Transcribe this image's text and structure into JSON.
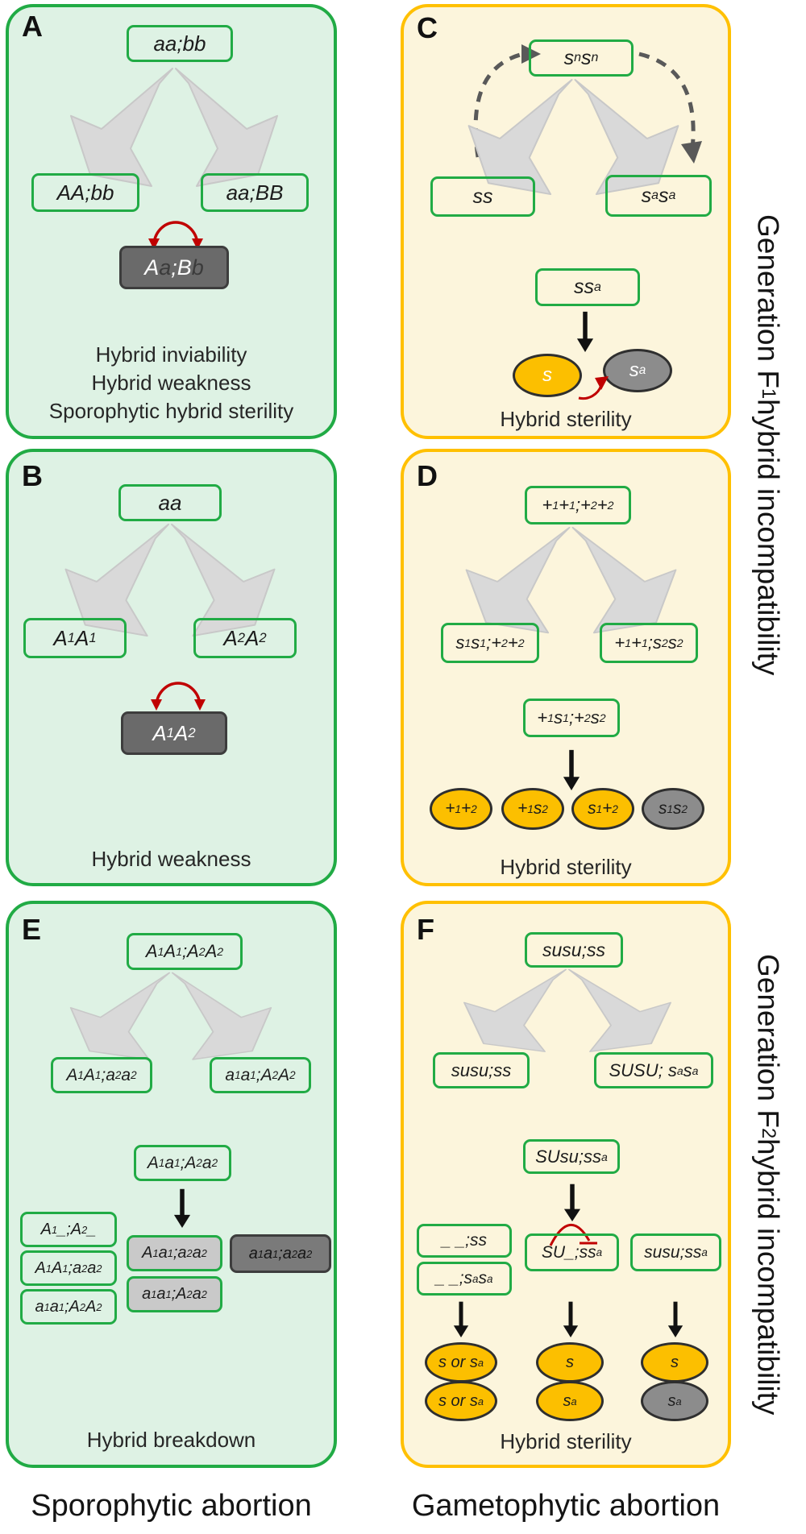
{
  "colors": {
    "green_border": "#21ab45",
    "green_fill": "#def2e4",
    "yellow_border": "#ffc000",
    "yellow_fill": "#fcf5dc",
    "dark_box": "#6a6a6a",
    "dark_box_border": "#3d3d3d",
    "light_gray_box": "#c9c9c9",
    "dead_box": "#7a7a7a",
    "yellow_ellipse": "#fcbf00",
    "gray_ellipse": "#8c8c8c",
    "fan_gray": "#d9d9d9",
    "red": "#c00000",
    "dashed_gray": "#595959",
    "ink": "#262626"
  },
  "panel_a": {
    "letter": "A",
    "parent": "aa;bb",
    "child_left": "AA;bb",
    "child_right": "aa;BB",
    "hybrid": "A{d:a};B{d:b}",
    "caption_lines": [
      "Hybrid inviability",
      "Hybrid weakness",
      "Sporophytic hybrid sterility"
    ]
  },
  "panel_b": {
    "letter": "B",
    "parent": "aa",
    "child_left": "A~1~A~1~",
    "child_right": "A~2~A~2~",
    "hybrid": "A~1~A~2~",
    "caption": "Hybrid weakness"
  },
  "panel_c": {
    "letter": "C",
    "parent": "s^n^s^n^",
    "child_left": "ss",
    "child_right": "s^a^s^a^",
    "f1": "ss^a^",
    "gamete_ok": "s",
    "gamete_aborted": "s^a^",
    "caption": "Hybrid sterility"
  },
  "panel_d": {
    "letter": "D",
    "parent": "+~1~+~1~;+~2~+~2~",
    "child_left": "s~1~s~1~;+~2~+~2~",
    "child_right": "+~1~+~1~;s~2~s~2~",
    "f1": "+~1~s~1~;+~2~s~2~",
    "gametes": [
      "+~1~+~2~",
      "+~1~s~2~",
      "s~1~+~2~",
      "s~1~s~2~"
    ],
    "caption": "Hybrid sterility"
  },
  "panel_e": {
    "letter": "E",
    "parent": "A~1~A~1~;A~2~A~2~",
    "child_left": "A~1~A~1~;a~2~a~2~",
    "child_right": "a~1~a~1~;A~2~A~2~",
    "f1": "A~1~a~1~;A~2~a~2~",
    "viable": [
      "A~1~_;A~2~_",
      "A~1~A~1~;a~2~a~2~",
      "a~1~a~1~;A~2~A~2~"
    ],
    "weak": [
      "A~1~a~1~;a~2~a~2~",
      "a~1~a~1~;A~2~a~2~"
    ],
    "dead": "a~1~a~1~;a~2~a~2~",
    "caption": "Hybrid breakdown"
  },
  "panel_f": {
    "letter": "F",
    "parent": "susu;ss",
    "child_left": "susu;ss",
    "child_right": "SUSU; s^a^s^a^",
    "f1": "SUsu;ss^a^",
    "geno_left": [
      "_ _;ss",
      "_ _;s^a^s^a^"
    ],
    "geno_mid": "SU_;ss^a^",
    "geno_right": "susu;ss^a^",
    "gametes_left": [
      "s or s^a^",
      "s or s^a^"
    ],
    "gametes_mid": [
      "s",
      "s^a^"
    ],
    "gametes_right": [
      "s",
      "s^a^"
    ],
    "caption": "Hybrid sterility"
  },
  "side_labels": {
    "f1": "Generation F~1~ hybrid incompatibility",
    "f2": "Generation F~2~ hybrid incompatibility"
  },
  "bottom_labels": {
    "left": "Sporophytic abortion",
    "right": "Gametophytic abortion"
  }
}
